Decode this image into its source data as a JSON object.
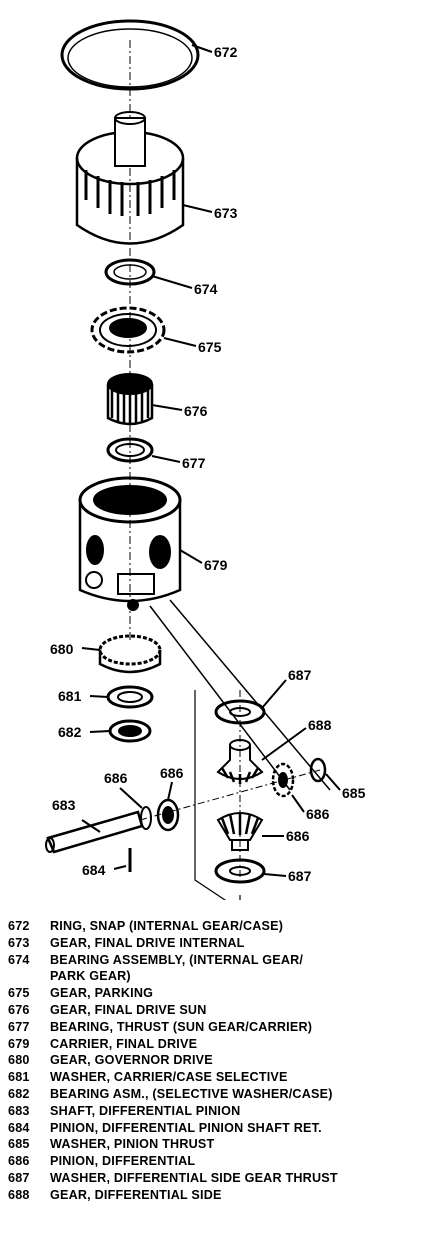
{
  "parts": [
    {
      "number": "672",
      "description": "RING, SNAP (INTERNAL GEAR/CASE)"
    },
    {
      "number": "673",
      "description": "GEAR, FINAL DRIVE INTERNAL"
    },
    {
      "number": "674",
      "description": "BEARING ASSEMBLY, (INTERNAL GEAR/\nPARK GEAR)"
    },
    {
      "number": "675",
      "description": "GEAR, PARKING"
    },
    {
      "number": "676",
      "description": "GEAR, FINAL DRIVE SUN"
    },
    {
      "number": "677",
      "description": "BEARING, THRUST (SUN GEAR/CARRIER)"
    },
    {
      "number": "679",
      "description": "CARRIER, FINAL DRIVE"
    },
    {
      "number": "680",
      "description": "GEAR, GOVERNOR DRIVE"
    },
    {
      "number": "681",
      "description": "WASHER, CARRIER/CASE SELECTIVE"
    },
    {
      "number": "682",
      "description": "BEARING ASM., (SELECTIVE WASHER/CASE)"
    },
    {
      "number": "683",
      "description": "SHAFT, DIFFERENTIAL PINION"
    },
    {
      "number": "684",
      "description": "PINION, DIFFERENTIAL PINION SHAFT RET."
    },
    {
      "number": "685",
      "description": "WASHER, PINION THRUST"
    },
    {
      "number": "686",
      "description": "PINION, DIFFERENTIAL"
    },
    {
      "number": "687",
      "description": "WASHER, DIFFERENTIAL SIDE GEAR THRUST"
    },
    {
      "number": "688",
      "description": "GEAR, DIFFERENTIAL SIDE"
    }
  ],
  "callouts": {
    "c672": "672",
    "c673": "673",
    "c674": "674",
    "c675": "675",
    "c676": "676",
    "c677": "677",
    "c679": "679",
    "c680": "680",
    "c681": "681",
    "c682": "682",
    "c683": "683",
    "c684": "684",
    "c685": "685",
    "c686a": "686",
    "c686b": "686",
    "c686c": "686",
    "c686d": "686",
    "c687a": "687",
    "c687b": "687",
    "c688": "688"
  }
}
